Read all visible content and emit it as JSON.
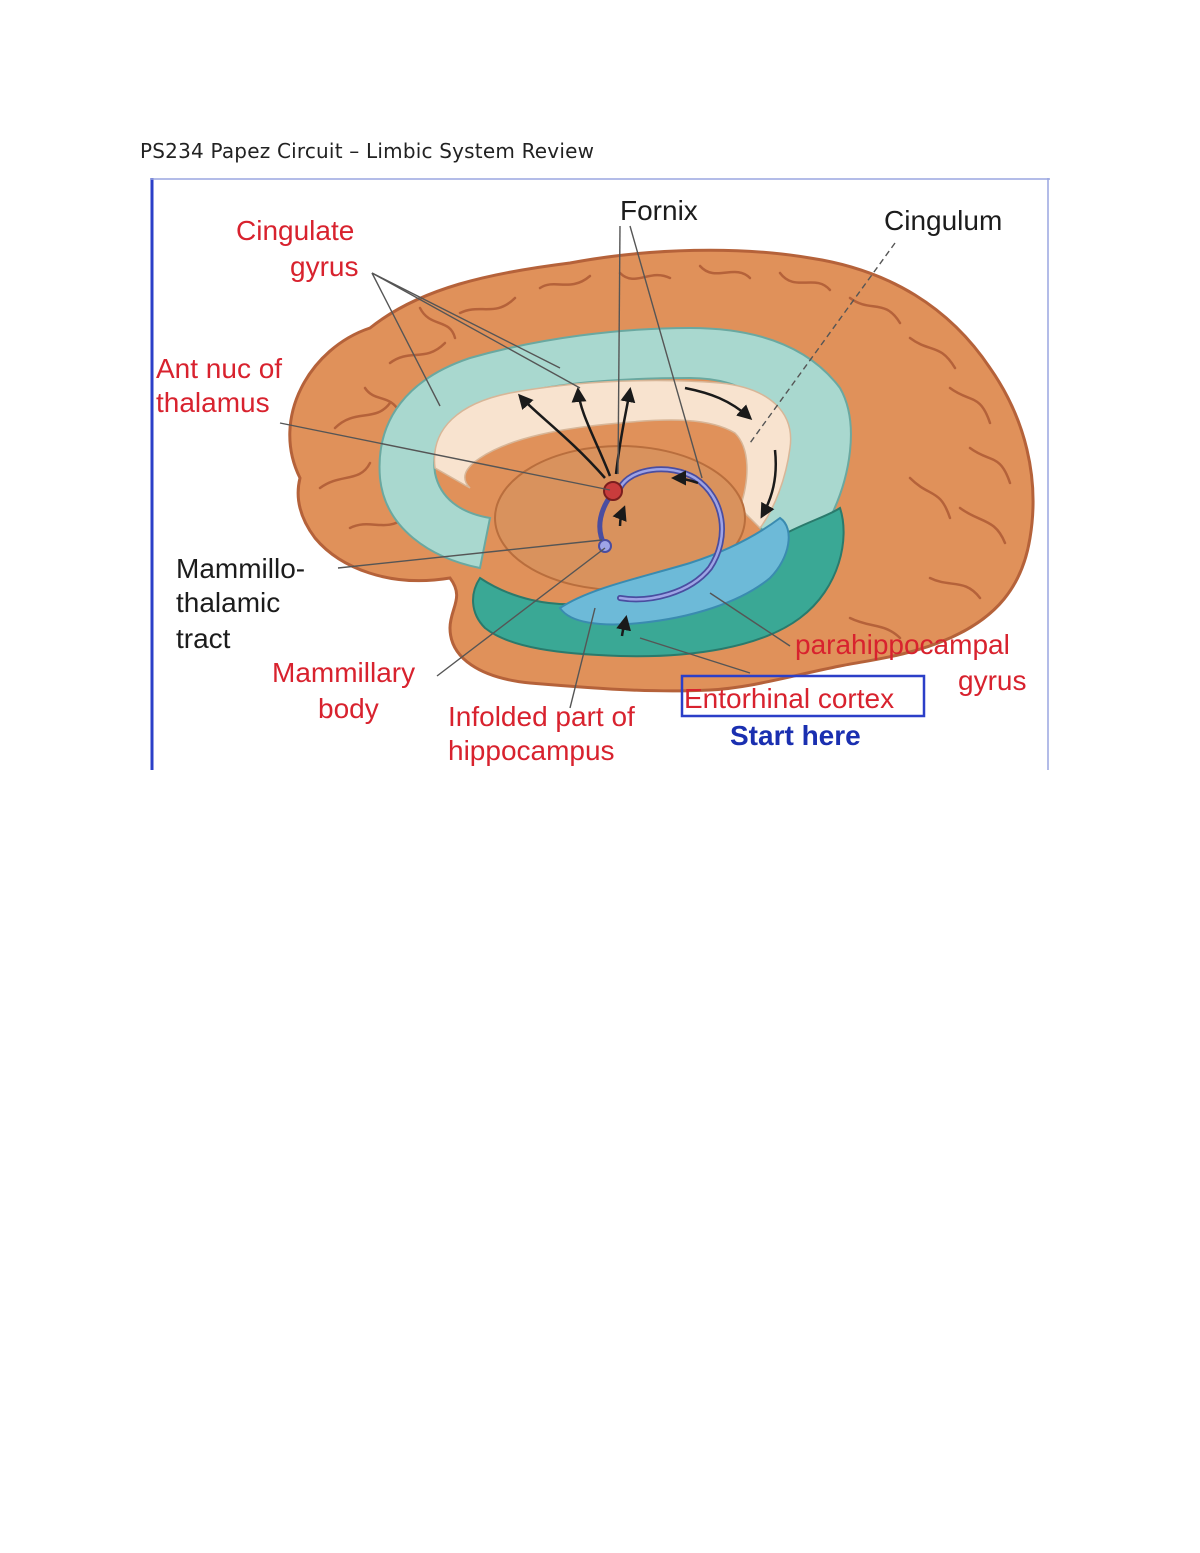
{
  "document": {
    "title": "PS234 Papez Circuit – Limbic System Review"
  },
  "figure": {
    "labels": {
      "cingulate_gyrus_line1": "Cingulate",
      "cingulate_gyrus_line2": "gyrus",
      "fornix": "Fornix",
      "cingulum": "Cingulum",
      "ant_nuc_line1": "Ant nuc of",
      "ant_nuc_line2": "thalamus",
      "mammillo_line1": "Mammillo-",
      "mammillo_line2": "thalamic",
      "mammillo_line3": "tract",
      "mammillary_line1": "Mammillary",
      "mammillary_line2": "body",
      "infolded_line1": "Infolded part of",
      "infolded_line2": "hippocampus",
      "entorhinal": "Entorhinal cortex",
      "start_here": "Start here",
      "parahippocampal_line1": "parahippocampal",
      "parahippocampal_line2": "gyrus"
    },
    "colors": {
      "cortex": "#e0915a",
      "cortex_dark": "#b5623a",
      "cingulate": "#a9d8cf",
      "corpus_callosum": "#f8e3cf",
      "thalamus": "#d9925d",
      "hippocampus": "#6dbad8",
      "parahippocampal": "#3aa895",
      "label_red": "#d8222e",
      "label_blue": "#1a2fb0",
      "frame_blue": "#2b3fc8"
    }
  }
}
